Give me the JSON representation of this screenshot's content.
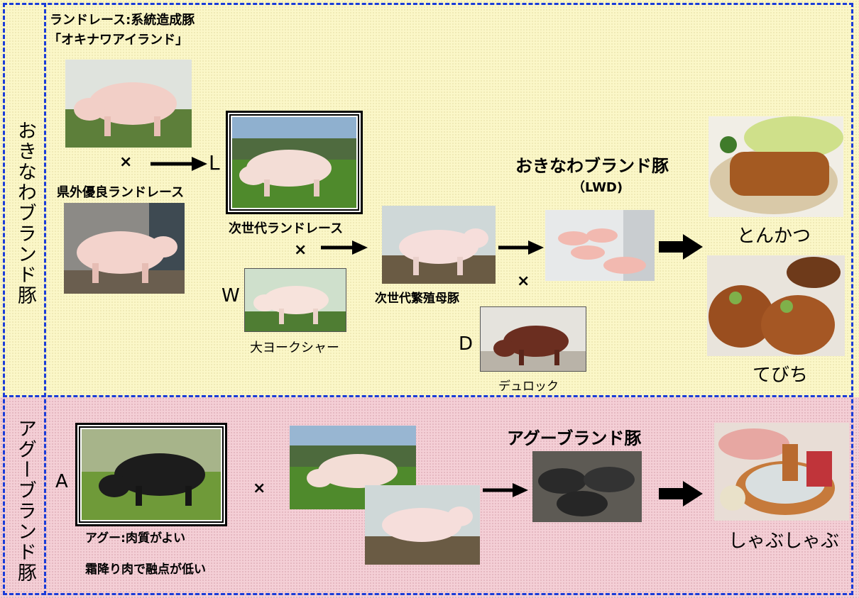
{
  "side_labels": {
    "okinawa": "おきなわブランド豚",
    "agu": "アグーブランド豚"
  },
  "landrace": {
    "line1": "ランドレース:系統造成豚",
    "line2": "「オキナワアイランド」"
  },
  "outside_landrace": "県外優良ランドレース",
  "next_gen_landrace": "次世代ランドレース",
  "large_yorkshire": "大ヨークシャー",
  "next_gen_sow": "次世代繁殖母豚",
  "duroc": "デュロック",
  "okinawa_brand": {
    "title": "おきなわブランド豚",
    "sub": "（LWD)"
  },
  "dishes": {
    "tonkatsu": "とんかつ",
    "tebichi": "てびち",
    "shabu": "しゃぶしゃぶ"
  },
  "agu_brand": "アグーブランド豚",
  "agu_desc": {
    "line1": "アグー:肉質がよい",
    "line2": "霜降り肉で融点が低い"
  },
  "letters": {
    "L": "L",
    "W": "W",
    "D": "D",
    "A": "A"
  },
  "symbols": {
    "cross": "×"
  },
  "colors": {
    "border": "#1a3cd8",
    "yellow_band": "#fbf7c8",
    "pink_band": "#f4cfd6"
  }
}
